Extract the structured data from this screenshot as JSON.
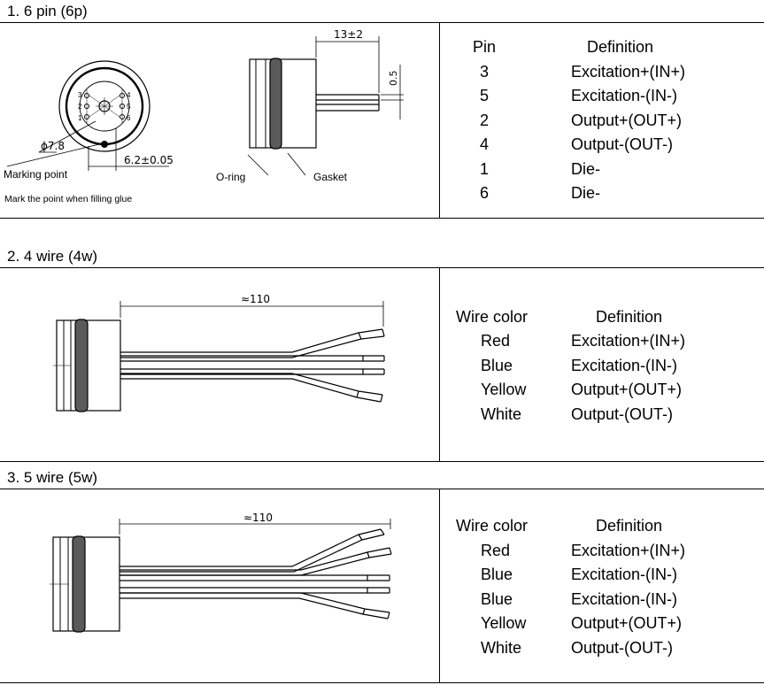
{
  "sections": [
    {
      "title": "1. 6 pin (6p)",
      "diagram": {
        "dims": {
          "width": "13±2",
          "pin": "0.5",
          "diameter": "ϕ7.8",
          "offset": "6.2±0.05"
        },
        "pin_numbers": [
          "3",
          "2",
          "1",
          "4",
          "5",
          "6"
        ],
        "labels": {
          "marking_point": "Marking point",
          "mark_note": "Mark the point when filling glue",
          "oring": "O-ring",
          "gasket": "Gasket"
        }
      },
      "table": {
        "col1": "Pin",
        "col2": "Definition",
        "rows": [
          {
            "key": "3",
            "def": "Excitation+(IN+)"
          },
          {
            "key": "5",
            "def": "Excitation-(IN-)"
          },
          {
            "key": "2",
            "def": "Output+(OUT+)"
          },
          {
            "key": "4",
            "def": "Output-(OUT-)"
          },
          {
            "key": "1",
            "def": "Die-"
          },
          {
            "key": "6",
            "def": "Die-"
          }
        ]
      }
    },
    {
      "title": "2. 4 wire (4w)",
      "diagram": {
        "length": "≈110"
      },
      "table": {
        "col1": "Wire color",
        "col2": "Definition",
        "rows": [
          {
            "key": "Red",
            "def": "Excitation+(IN+)"
          },
          {
            "key": "Blue",
            "def": "Excitation-(IN-)"
          },
          {
            "key": "Yellow",
            "def": "Output+(OUT+)"
          },
          {
            "key": "White",
            "def": "Output-(OUT-)"
          }
        ]
      }
    },
    {
      "title": "3. 5 wire (5w)",
      "diagram": {
        "length": "≈110"
      },
      "table": {
        "col1": "Wire color",
        "col2": "Definition",
        "rows": [
          {
            "key": "Red",
            "def": "Excitation+(IN+)"
          },
          {
            "key": "Blue",
            "def": "Excitation-(IN-)"
          },
          {
            "key": "Blue",
            "def": "Excitation-(IN-)"
          },
          {
            "key": "Yellow",
            "def": "Output+(OUT+)"
          },
          {
            "key": "White",
            "def": "Output-(OUT-)"
          }
        ]
      }
    }
  ]
}
